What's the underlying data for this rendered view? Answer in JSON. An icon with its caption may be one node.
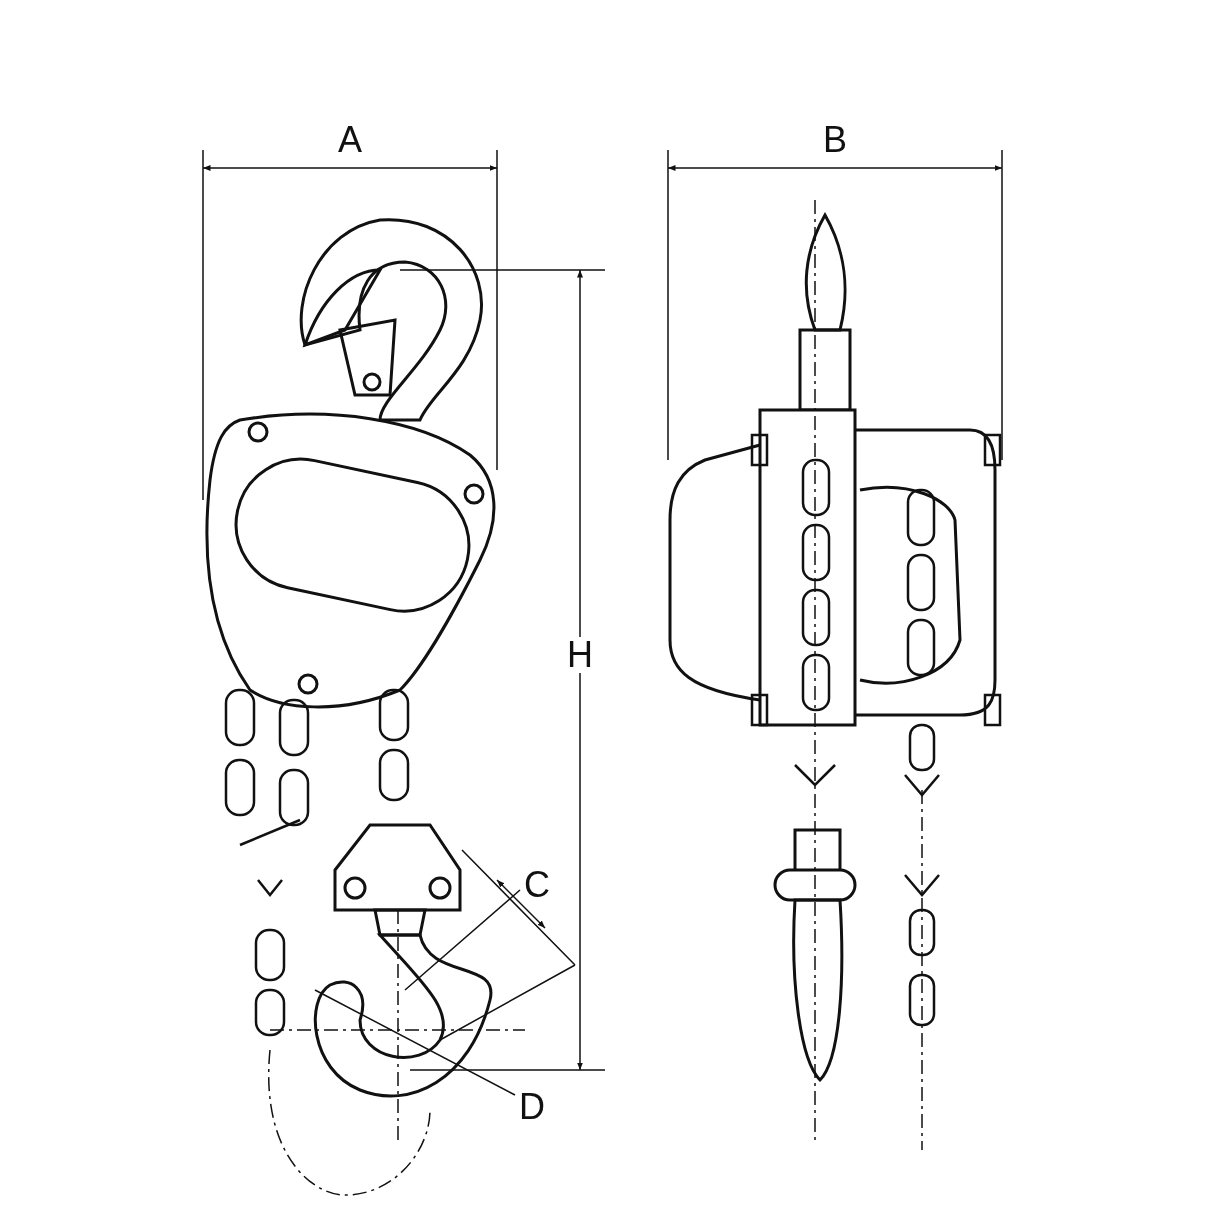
{
  "diagram": {
    "labels": [
      "A",
      "B",
      "H",
      "C",
      "D"
    ]
  }
}
